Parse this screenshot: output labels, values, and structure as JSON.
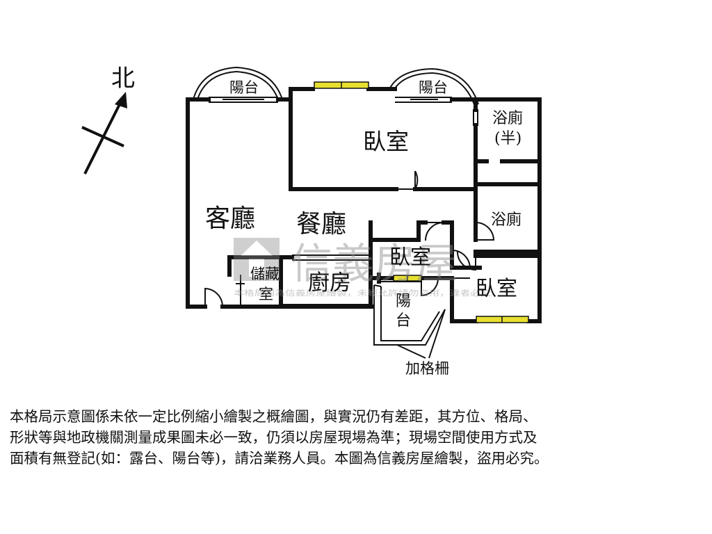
{
  "compass": {
    "label": "北"
  },
  "rooms": {
    "balcony_left": "陽台",
    "balcony_right": "陽台",
    "bedroom_top": "臥室",
    "half_bath": "浴廁",
    "half_bath_note": "(半)",
    "living_room": "客廳",
    "dining_room": "餐廳",
    "bath": "浴廁",
    "bedroom_middle": "臥室",
    "storage_1": "儲藏",
    "storage_2": "室",
    "kitchen": "廚房",
    "balcony_bottom_1": "陽",
    "balcony_bottom_2": "台",
    "bedroom_right": "臥室"
  },
  "annotations": {
    "grille": "加格柵"
  },
  "watermark": {
    "brand": "信義房屋",
    "notice": "本格局圖為信義房屋繪製，未經允許請勿盜用，違者必究"
  },
  "disclaimer": {
    "lines": [
      "本格局示意圖係未依一定比例縮小繪製之概繪圖，與實況仍有差距，其方位、格局、",
      "形狀等與地政機關測量成果圖未必一致，仍須以房屋現場為準；現場空間使用方式及",
      "面積有無登記(如：露台、陽台等)，請洽業務人員。本圖為信義房屋繪製，盜用必究。"
    ]
  },
  "colors": {
    "wall": "#111111",
    "window": "#e8e030",
    "watermark": "#8a8a8a"
  }
}
